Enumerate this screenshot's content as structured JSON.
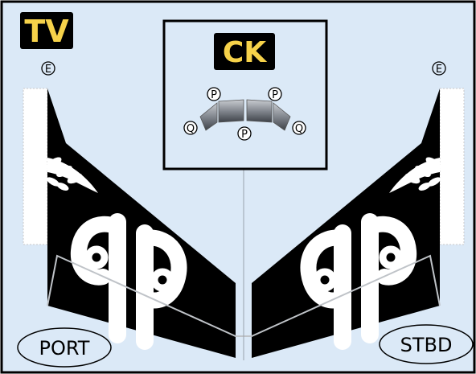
{
  "labels": {
    "tv": "TV",
    "ck": "CK",
    "port": "PORT",
    "stbd": "STBD"
  },
  "markers": {
    "e": "E",
    "p": "P",
    "q": "Q"
  },
  "colors": {
    "background": "#dbe9f7",
    "hull": "#000000",
    "badge": "#f6d24a",
    "frame": "#000000",
    "seam": "#9aa3ad",
    "fender": "#ffffff"
  }
}
